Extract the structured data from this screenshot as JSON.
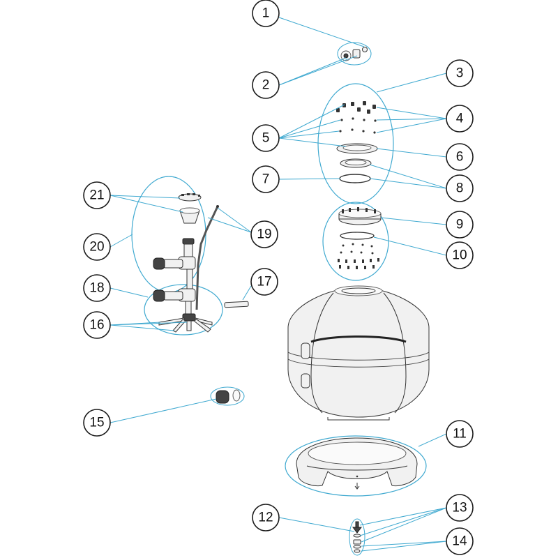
{
  "diagram": {
    "callouts": [
      "1",
      "2",
      "3",
      "4",
      "5",
      "6",
      "7",
      "8",
      "9",
      "10",
      "11",
      "12",
      "13",
      "14",
      "15",
      "16",
      "17",
      "18",
      "19",
      "20",
      "21"
    ]
  },
  "colors": {
    "leader": "#3fa9d0",
    "outline": "#1a1a1a",
    "part_fill": "#f1f1f1"
  }
}
